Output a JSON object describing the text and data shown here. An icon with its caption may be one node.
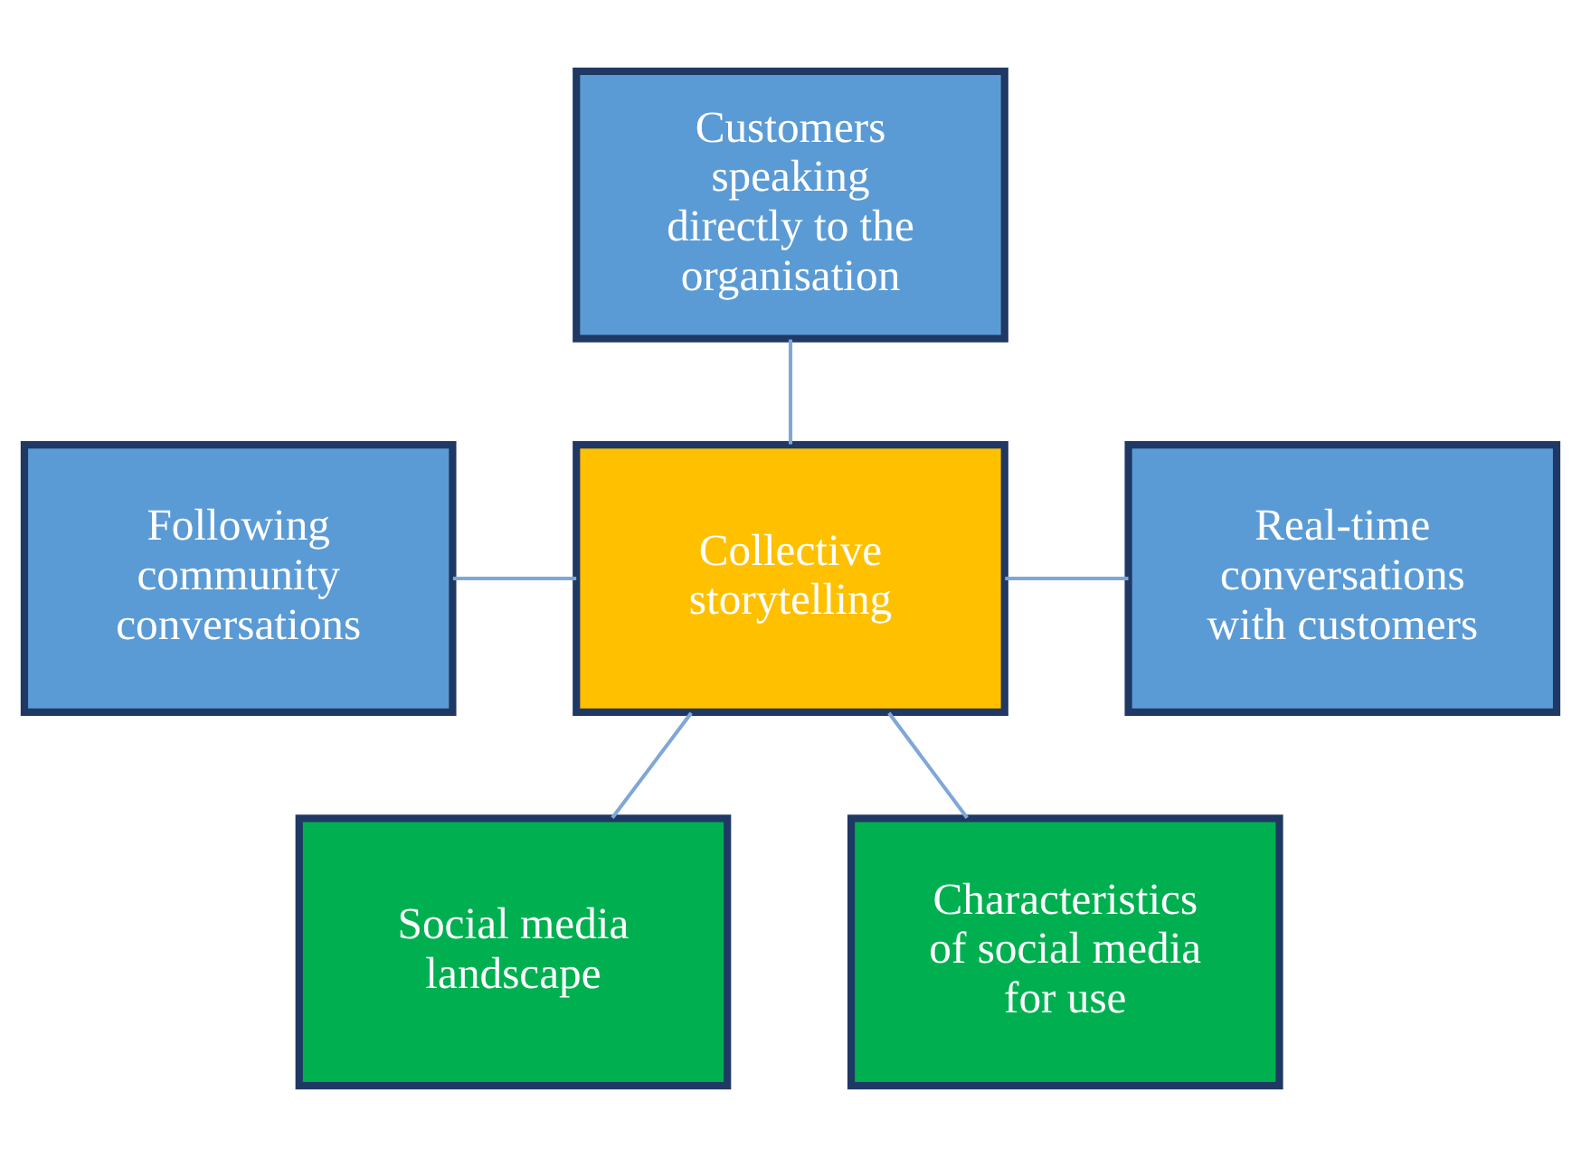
{
  "diagram": {
    "nodes": [
      {
        "text": [
          "Customers speaking directly to the organisation"
        ]
      },
      {
        "text": [
          "Following community conversations"
        ]
      },
      {
        "text": [
          "Collective storytelling"
        ]
      },
      {
        "text": [
          "Real-time conversations with customers"
        ]
      },
      {
        "text": [
          "Social media landscape"
        ]
      },
      {
        "text": [
          "Characteristics of social media for use"
        ]
      }
    ],
    "edges": [
      {
        "from": 0,
        "to": 2,
        "arrow": "none"
      },
      {
        "from": 1,
        "to": 2,
        "arrow": "none"
      },
      {
        "from": 2,
        "to": 3,
        "arrow": "none"
      },
      {
        "from": 2,
        "to": 4,
        "arrow": "none"
      },
      {
        "from": 2,
        "to": 5,
        "arrow": "none"
      }
    ]
  }
}
